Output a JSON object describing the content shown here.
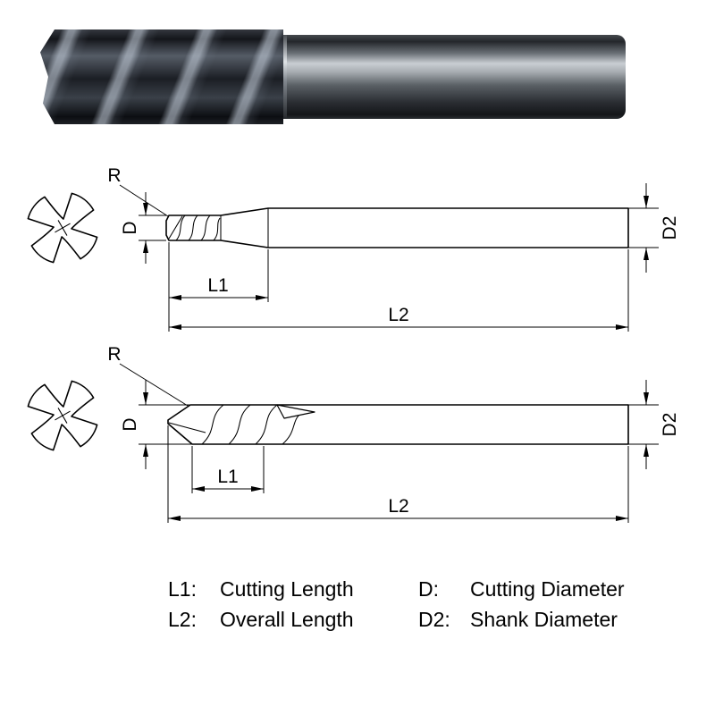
{
  "page": {
    "background": "#ffffff"
  },
  "photo": {
    "description": "carbide-end-mill-product-photo",
    "colors": {
      "flute_dark": "#14161b",
      "flute_highlight": "#cdd7e4",
      "shank_light": "#c9ced3",
      "shank_dark": "#24272b"
    }
  },
  "drawings": {
    "line_color": "#000000",
    "long_neck": {
      "radius": "R",
      "cutting_diameter": "D",
      "shank_diameter": "D2",
      "cutting_length": "L1",
      "overall_length": "L2"
    },
    "standard": {
      "radius": "R",
      "cutting_diameter": "D",
      "shank_diameter": "D2",
      "cutting_length": "L1",
      "overall_length": "L2"
    }
  },
  "legend": {
    "items": [
      {
        "symbol": "L1:",
        "meaning": "Cutting Length"
      },
      {
        "symbol": "D:",
        "meaning": "Cutting Diameter"
      },
      {
        "symbol": "L2:",
        "meaning": "Overall Length"
      },
      {
        "symbol": "D2:",
        "meaning": "Shank Diameter"
      }
    ]
  }
}
